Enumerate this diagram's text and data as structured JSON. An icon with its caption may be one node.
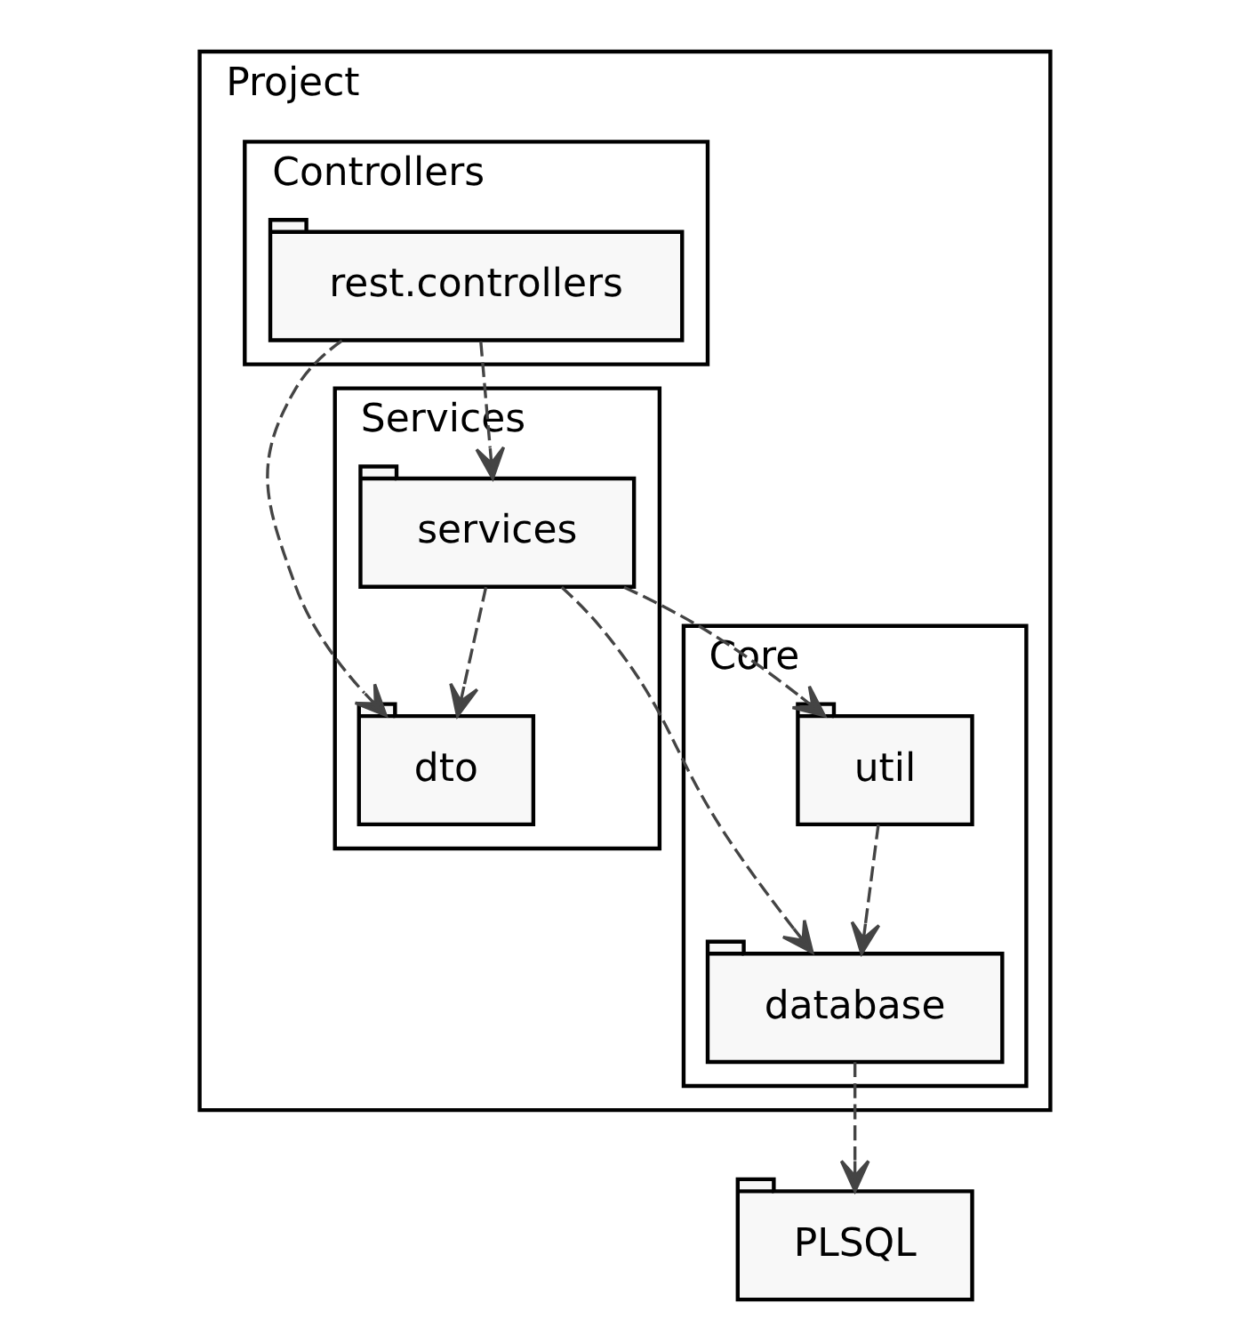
{
  "diagram": {
    "nodes": [
      {
        "text": [
          "Project"
        ]
      },
      {
        "text": [
          "Services"
        ],
        "in": 0
      },
      {
        "text": [
          "dto"
        ],
        "in": 1
      },
      {
        "text": [
          "services"
        ],
        "in": 1
      },
      {
        "text": [
          "Controllers"
        ],
        "in": 0
      },
      {
        "text": [
          "rest.controllers"
        ],
        "in": 4
      },
      {
        "text": [
          "Core"
        ],
        "in": 0
      },
      {
        "text": [
          "database"
        ],
        "in": 6
      },
      {
        "text": [
          "util"
        ],
        "in": 6
      },
      {
        "text": [
          "PLSQL"
        ]
      }
    ],
    "edges": [
      {
        "from": 5,
        "to": 2,
        "arrow": "to",
        "style": "dashed"
      },
      {
        "from": 5,
        "to": 3,
        "arrow": "to",
        "style": "dashed"
      },
      {
        "from": 3,
        "to": 2,
        "arrow": "to",
        "style": "dashed"
      },
      {
        "from": 3,
        "to": 7,
        "arrow": "to",
        "style": "dashed"
      },
      {
        "from": 3,
        "to": 8,
        "arrow": "to",
        "style": "dashed"
      },
      {
        "from": 8,
        "to": 7,
        "arrow": "to",
        "style": "dashed"
      },
      {
        "from": 7,
        "to": 9,
        "arrow": "to",
        "style": "dashed"
      }
    ]
  }
}
